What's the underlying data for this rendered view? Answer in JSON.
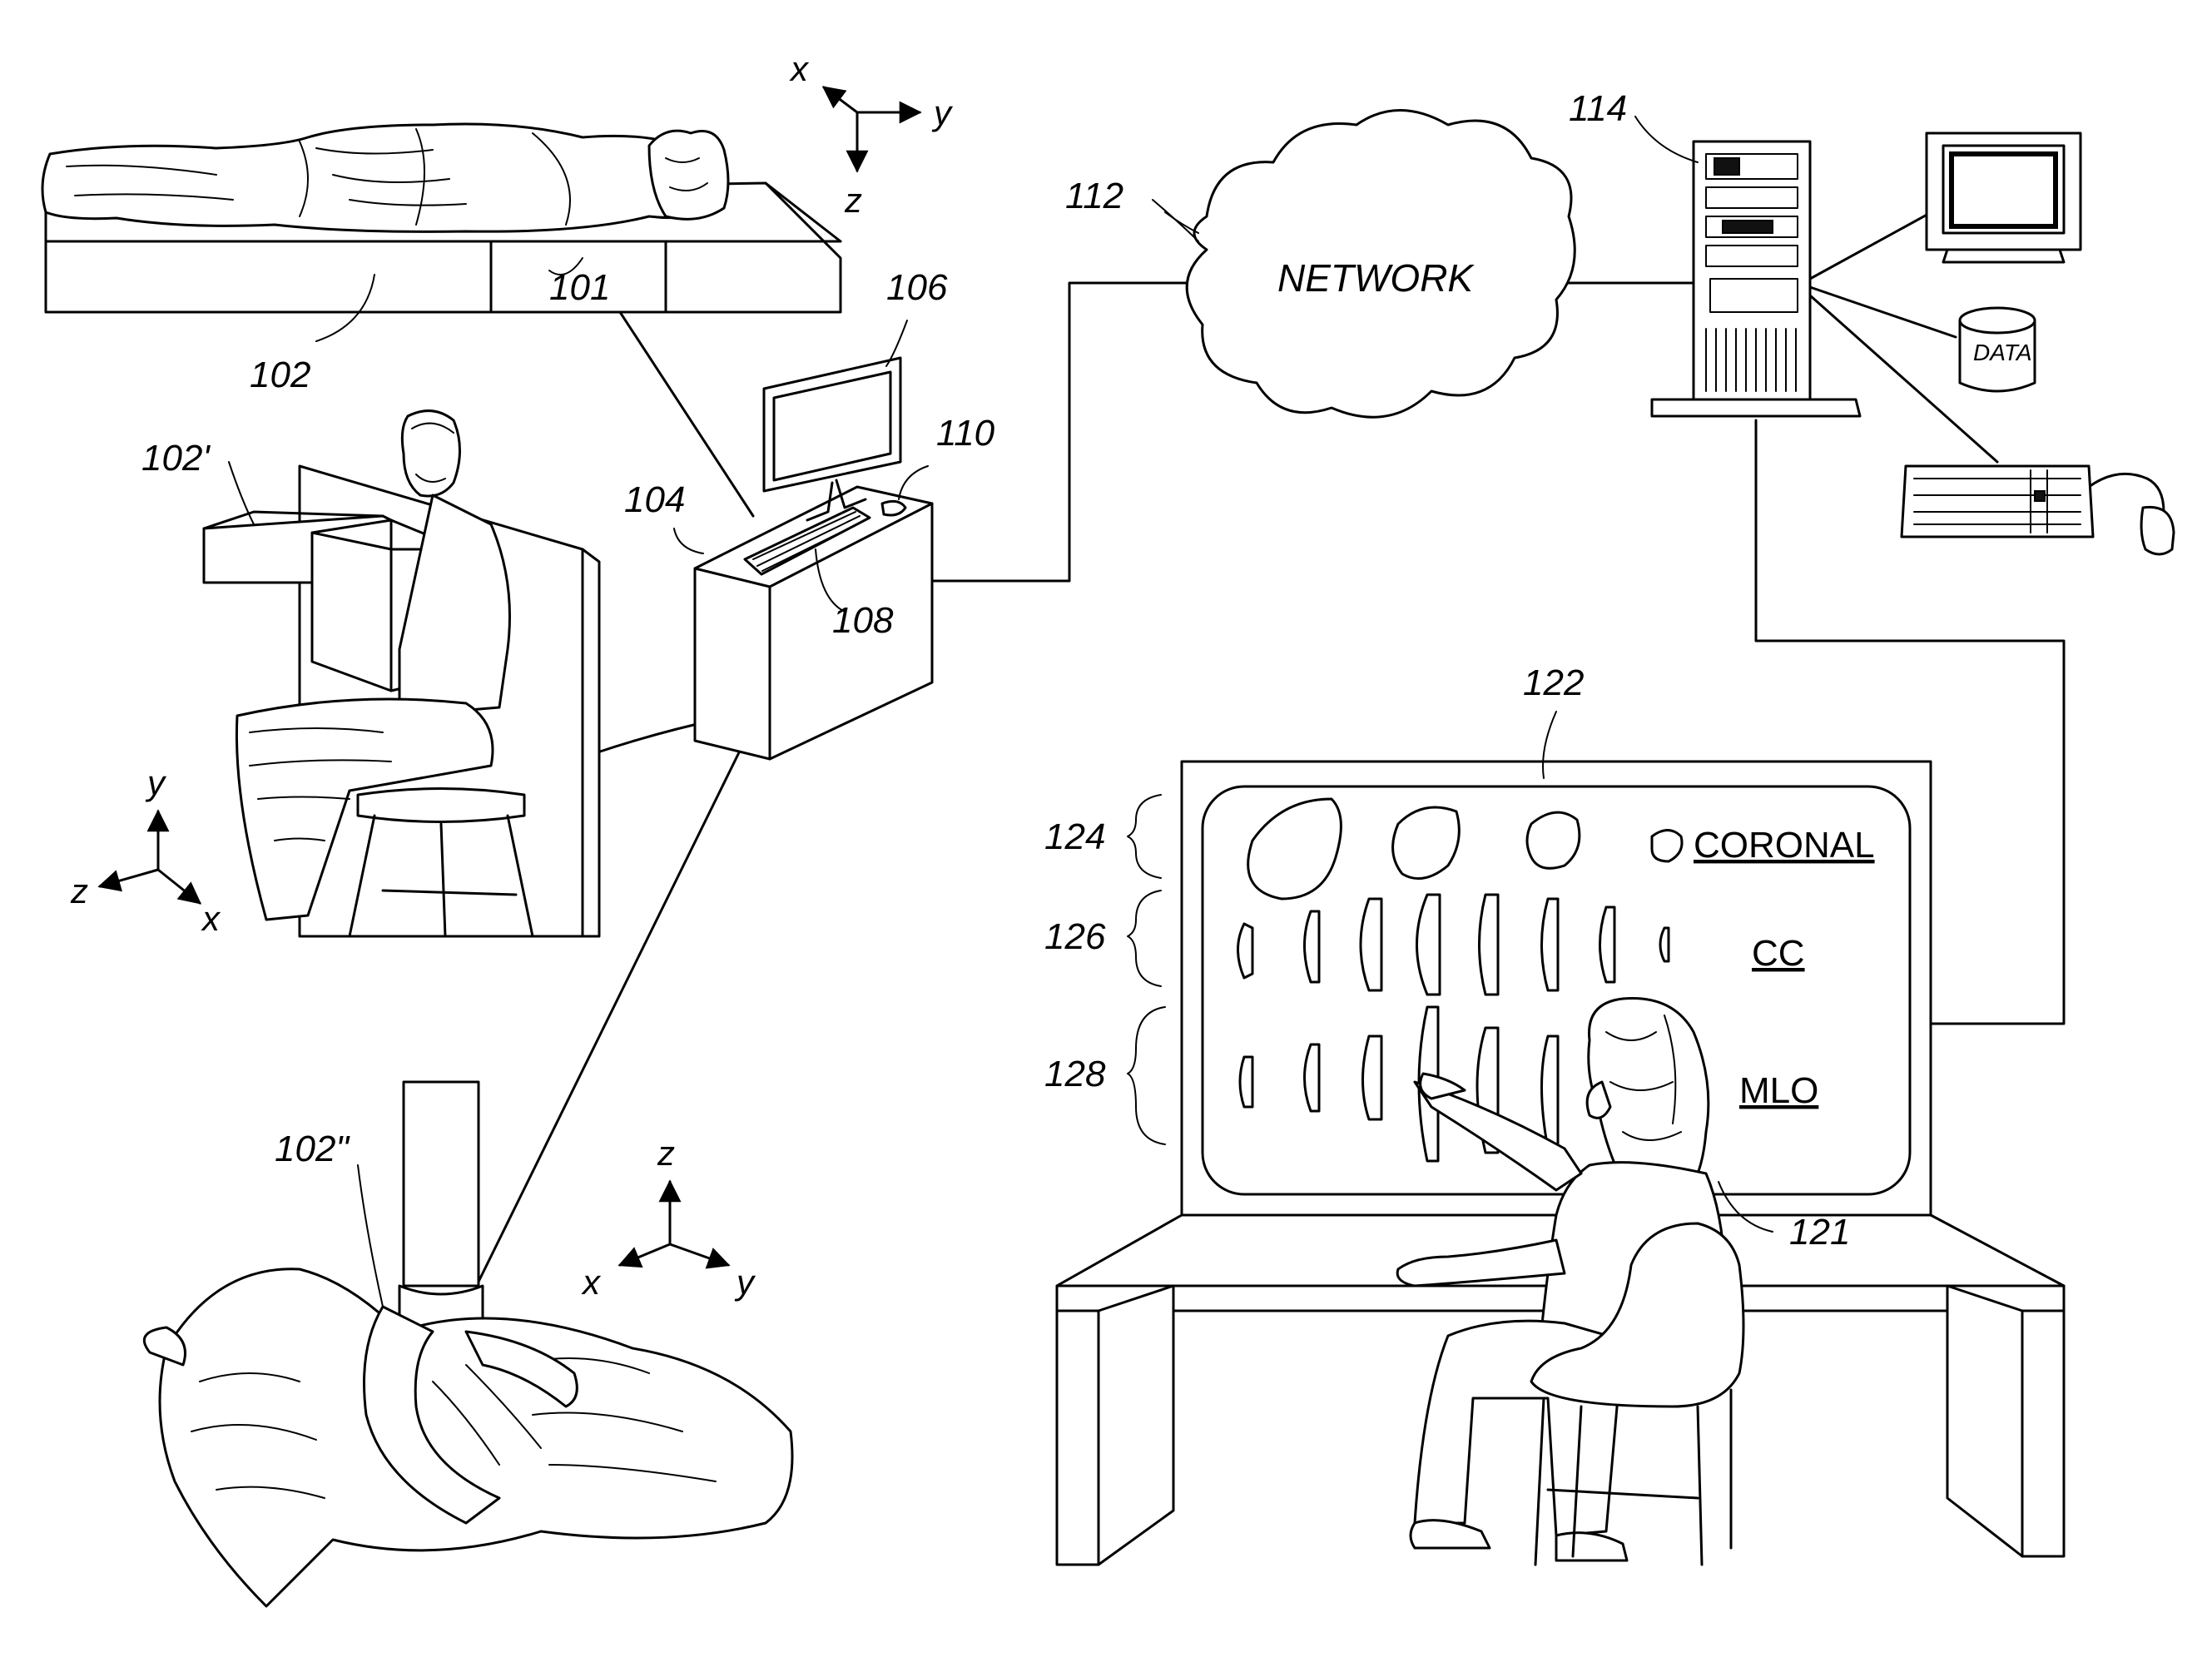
{
  "refs": {
    "r101": "101",
    "r102": "102",
    "r102p": "102'",
    "r102pp": "102\"",
    "r104": "104",
    "r106": "106",
    "r108": "108",
    "r110": "110",
    "r112": "112",
    "r114": "114",
    "r121": "121",
    "r122": "122",
    "r124": "124",
    "r126": "126",
    "r128": "128"
  },
  "network_label": "NETWORK",
  "data_label": "DATA",
  "views": {
    "coronal": "CORONAL",
    "cc": "CC",
    "mlo": "MLO"
  },
  "axes": {
    "top": {
      "a": "x",
      "b": "y",
      "c": "z"
    },
    "left": {
      "a": "y",
      "b": "z",
      "c": "x"
    },
    "bottom": {
      "a": "z",
      "b": "x",
      "c": "y"
    }
  },
  "icons": [
    "supine-patient-scanner-icon",
    "seated-patient-scanner-icon",
    "prone-patient-scanner-icon",
    "workstation-icon",
    "network-cloud-icon",
    "server-tower-icon",
    "crt-monitor-icon",
    "database-icon",
    "keyboard-icon",
    "mouse-icon",
    "review-display-icon",
    "radiologist-icon",
    "review-desk-icon"
  ]
}
